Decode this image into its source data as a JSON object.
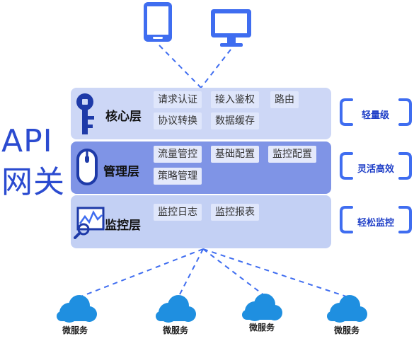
{
  "title": {
    "line1": "API",
    "line2": "网关"
  },
  "layers": {
    "core": {
      "name": "核心层",
      "items": [
        "请求认证",
        "接入鉴权",
        "路由",
        "协议转换",
        "数据缓存"
      ]
    },
    "management": {
      "name": "管理层",
      "items": [
        "流量管控",
        "基础配置",
        "监控配置",
        "策略管理"
      ]
    },
    "monitoring": {
      "name": "监控层",
      "items": [
        "监控日志",
        "监控报表"
      ]
    }
  },
  "badges": [
    "轻量级",
    "灵活高效",
    "轻松监控"
  ],
  "services": [
    "微服务",
    "微服务",
    "微服务",
    "微服务"
  ],
  "colors": {
    "accent": "#3f6df0",
    "core_bg": "#cdd7f6",
    "mgmt_bg": "#7f94e6",
    "mon_bg": "#c3d0f4",
    "icon": "#1e3aa8"
  }
}
